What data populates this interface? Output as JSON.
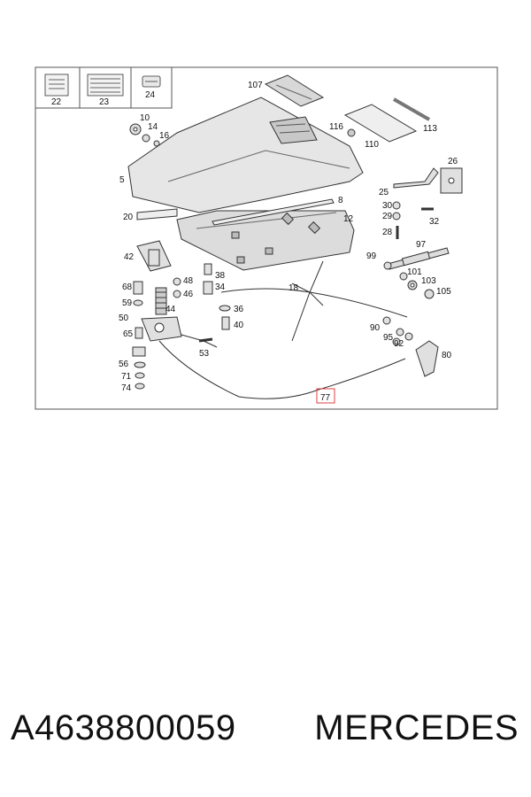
{
  "diagram": {
    "callouts": [
      "22",
      "23",
      "24",
      "107",
      "116",
      "110",
      "113",
      "10",
      "14",
      "16",
      "5",
      "26",
      "25",
      "30",
      "29",
      "32",
      "8",
      "12",
      "20",
      "28",
      "97",
      "99",
      "101",
      "42",
      "48",
      "38",
      "34",
      "68",
      "46",
      "18",
      "103",
      "105",
      "59",
      "44",
      "36",
      "50",
      "40",
      "90",
      "95",
      "92",
      "65",
      "53",
      "80",
      "56",
      "71",
      "74",
      "77"
    ],
    "highlighted_callout": "77",
    "highlight_color": "#e04040"
  },
  "footer": {
    "part_number": "A4638800059",
    "brand": "MERCEDES"
  }
}
